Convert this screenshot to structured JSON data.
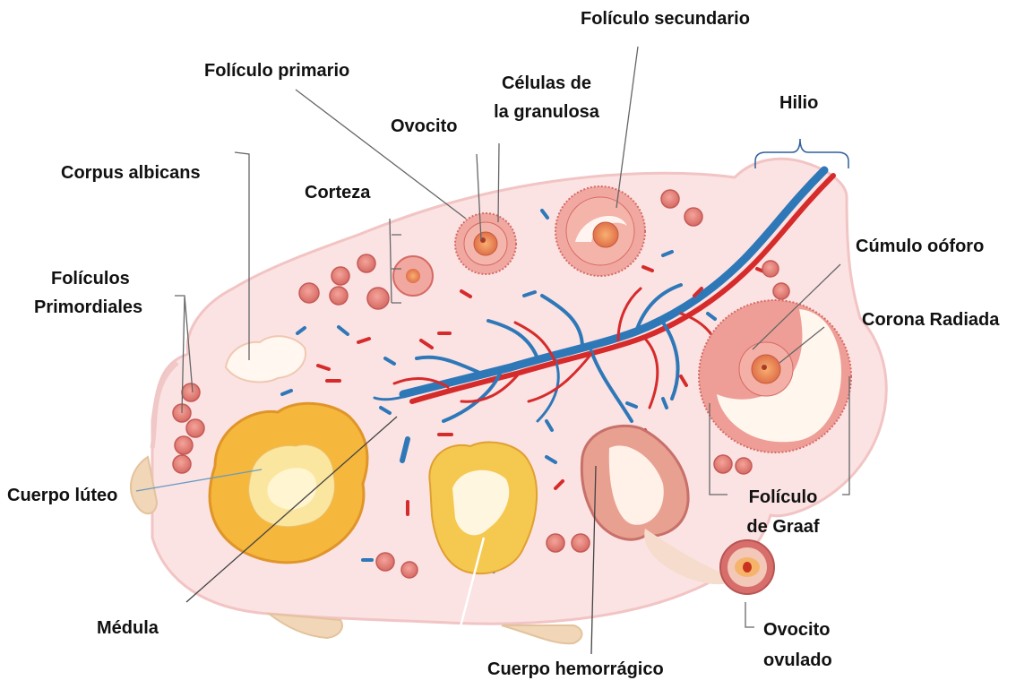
{
  "labels": {
    "foliculo_secundario": "Folículo secundario",
    "foliculo_primario": "Folículo primario",
    "celulas_granulosa_1": "Células de",
    "celulas_granulosa_2": "la granulosa",
    "ovocito": "Ovocito",
    "hilio": "Hilio",
    "corpus_albicans": "Corpus albicans",
    "corteza": "Corteza",
    "foliculos_primordiales_1": "Folículos",
    "foliculos_primordiales_2": "Primordiales",
    "cumulo_ooforo": "Cúmulo oóforo",
    "corona_radiada": "Corona Radiada",
    "cuerpo_luteo": "Cuerpo lúteo",
    "foliculo_graaf_1": "Folículo",
    "foliculo_graaf_2": "de Graaf",
    "medula": "Médula",
    "ovocito_ovulado_1": "Ovocito",
    "ovocito_ovulado_2": "ovulado",
    "cuerpo_hemorragico": "Cuerpo hemorrágico"
  },
  "colors": {
    "stroma": "#fbe3e4",
    "stroma_edge": "#f2c4c4",
    "follicle": "#e88a84",
    "follicle_dark": "#d4605c",
    "oocyte": "#f0a060",
    "luteum": "#f5b73c",
    "luteum_light": "#fbe6a0",
    "vein": "#2f78b8",
    "artery": "#d62b2b"
  }
}
